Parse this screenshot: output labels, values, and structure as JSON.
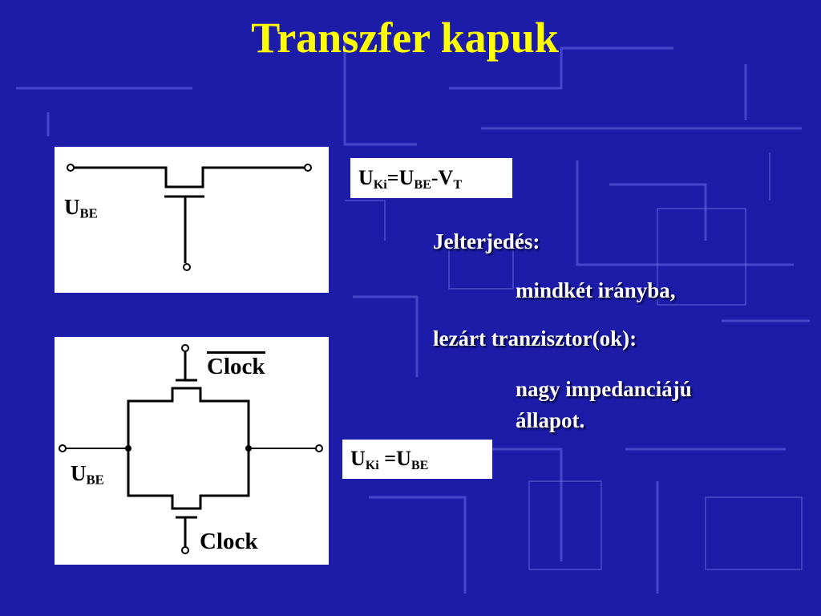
{
  "slide": {
    "title": "Transzfer kapuk",
    "background_color": "#1c1ca8",
    "title_color": "#ffff00"
  },
  "circuit1": {
    "input_label": "U",
    "input_label_sub": "BE"
  },
  "circuit2": {
    "top_label": "Clock",
    "bottom_label": "Clock",
    "input_label": "U",
    "input_label_sub": "BE"
  },
  "formula1": {
    "u": "U",
    "u_sub": "Ki",
    "eq": "=U",
    "be_sub": "BE",
    "minus_v": "-V",
    "t_sub": "T"
  },
  "formula2": {
    "u": "U",
    "u_sub": "Ki",
    "eq": " =U",
    "be_sub": "BE"
  },
  "text": {
    "line1": "Jelterjedés:",
    "line2": "mindkét irányba,",
    "line3": "lezárt tranzisztor(ok):",
    "line4": "nagy impedanciájú",
    "line5": "állapot."
  }
}
